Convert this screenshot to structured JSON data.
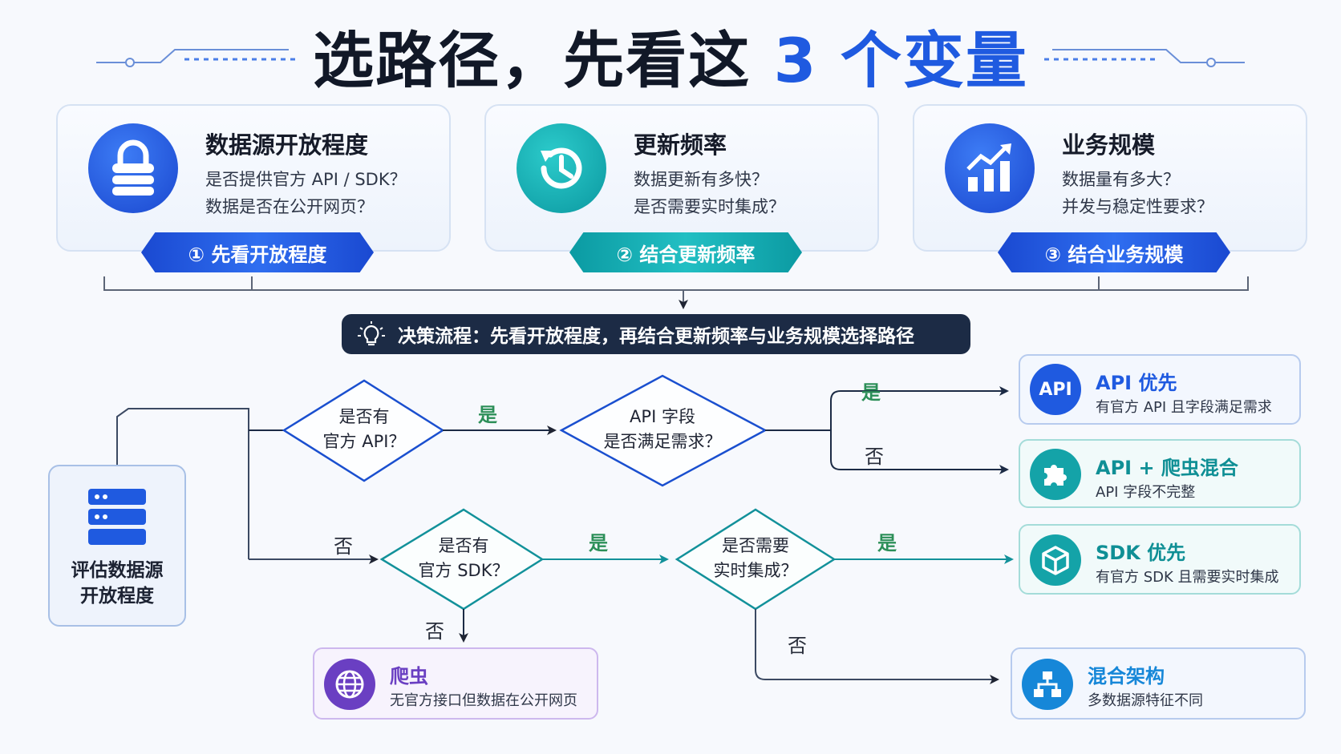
{
  "title": {
    "main": "选路径，先看这",
    "accent": "3 个变量"
  },
  "variables": [
    {
      "title": "数据源开放程度",
      "line1": "是否提供官方 API / SDK？",
      "line2": "数据是否在公开网页？",
      "ribbon": "① 先看开放程度",
      "icon": "lock-icon"
    },
    {
      "title": "更新频率",
      "line1": "数据更新有多快？",
      "line2": "是否需要实时集成？",
      "ribbon": "② 结合更新频率",
      "icon": "clock-history-icon"
    },
    {
      "title": "业务规模",
      "line1": "数据量有多大？",
      "line2": "并发与稳定性要求？",
      "ribbon": "③ 结合业务规模",
      "icon": "bar-chart-icon"
    }
  ],
  "banner": "决策流程：先看开放程度，再结合更新频率与业务规模选择路径",
  "flow": {
    "start": {
      "line1": "评估数据源",
      "line2": "开放程度"
    },
    "decisions": {
      "official_api": {
        "line1": "是否有",
        "line2": "官方 API？"
      },
      "api_fields": {
        "line1": "API 字段",
        "line2": "是否满足需求？"
      },
      "official_sdk": {
        "line1": "是否有",
        "line2": "官方 SDK？"
      },
      "realtime": {
        "line1": "是否需要",
        "line2": "实时集成？"
      }
    },
    "yes": "是",
    "no": "否"
  },
  "results": [
    {
      "id": "api",
      "title": "API 优先",
      "subtitle": "有官方 API 且字段满足需求",
      "icon_text": "API"
    },
    {
      "id": "hybrid-api",
      "title": "API + 爬虫混合",
      "subtitle": "API 字段不完整",
      "icon": "puzzle-icon"
    },
    {
      "id": "sdk",
      "title": "SDK 优先",
      "subtitle": "有官方 SDK 且需要实时集成",
      "icon": "cube-icon"
    },
    {
      "id": "crawler",
      "title": "爬虫",
      "subtitle": "无官方接口但数据在公开网页",
      "icon": "globe-icon"
    },
    {
      "id": "mixed",
      "title": "混合架构",
      "subtitle": "多数据源特征不同",
      "icon": "hierarchy-icon"
    }
  ],
  "colors": {
    "blue": "#1f5ae0",
    "teal": "#14a3a8",
    "purple": "#6a3fc2",
    "navy": "#1c2b45",
    "green": "#2c8f58"
  }
}
